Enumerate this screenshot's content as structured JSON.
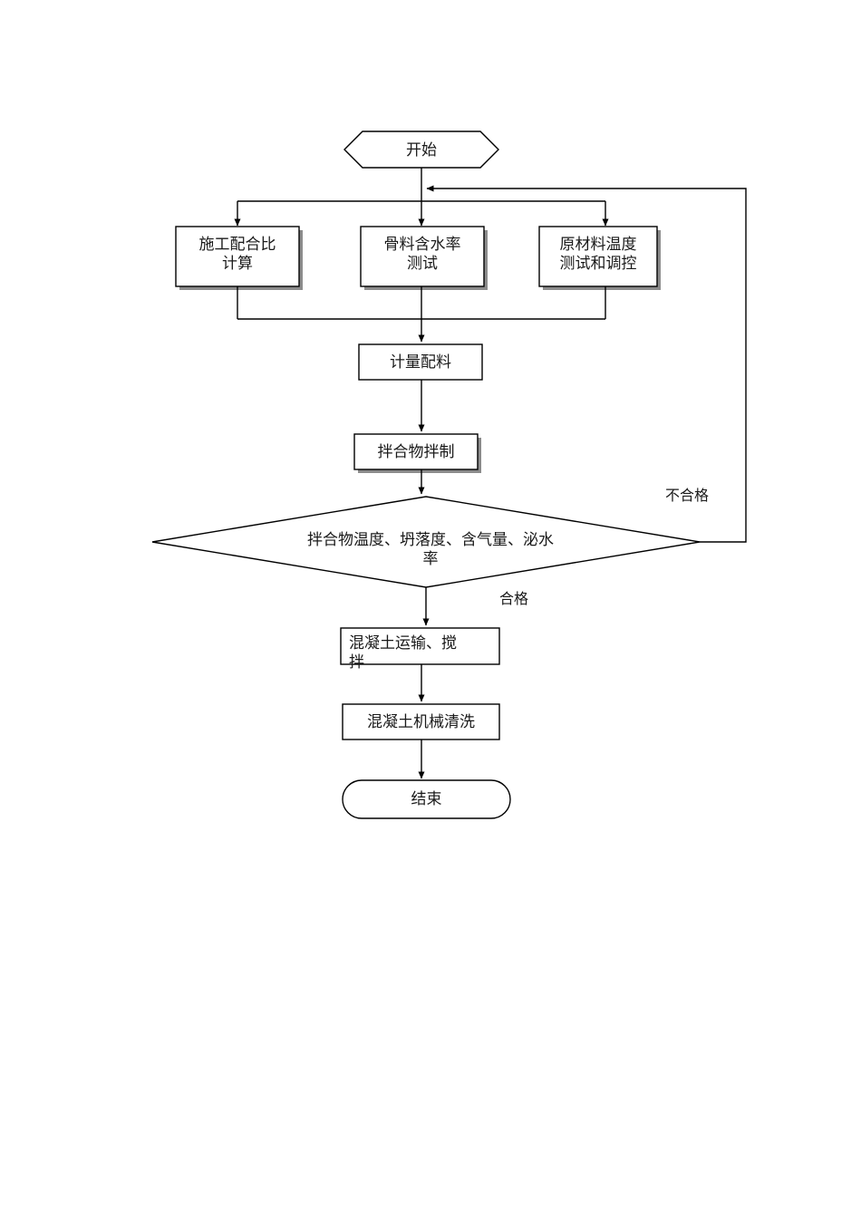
{
  "diagram": {
    "type": "flowchart",
    "title_text": "",
    "language": "zh-CN",
    "line_color": "#000000",
    "shadow_color": "#808080",
    "background": "#ffffff"
  },
  "nodes": {
    "start": {
      "label": "开始",
      "shape": "hexagon"
    },
    "mix_ratio": {
      "label": "施工配合比\n计算",
      "shape": "rectangle"
    },
    "aggregate_moisture": {
      "label": "骨料含水率\n测试",
      "shape": "rectangle"
    },
    "material_temp": {
      "label": "原材料温度\n测试和调控",
      "shape": "rectangle"
    },
    "batching": {
      "label": "计量配料",
      "shape": "rectangle"
    },
    "mixing": {
      "label": "拌合物拌制",
      "shape": "rectangle"
    },
    "decision": {
      "label": "拌合物温度、坍落度、含气量、泌水\n率",
      "shape": "diamond"
    },
    "transport": {
      "label": "混凝土运输、搅\n拌",
      "shape": "rectangle"
    },
    "cleaning": {
      "label": "混凝土机械清洗",
      "shape": "rectangle"
    },
    "end": {
      "label": "结束",
      "shape": "stadium"
    }
  },
  "edge_labels": {
    "fail": "不合格",
    "pass": "合格"
  }
}
